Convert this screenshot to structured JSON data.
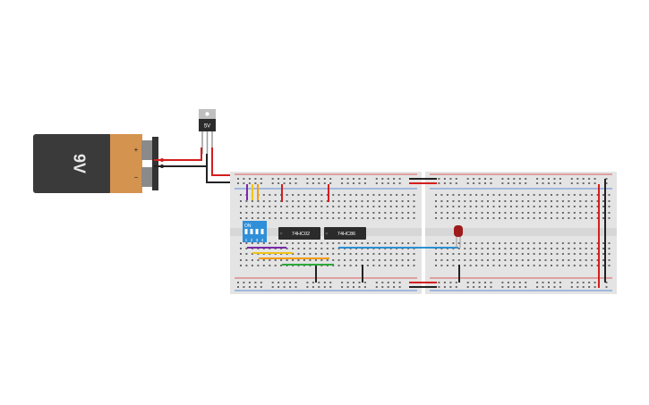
{
  "battery": {
    "label": "9V",
    "plus": "+",
    "minus": "−"
  },
  "regulator": {
    "label": "5V"
  },
  "dip_switch": {
    "header": "ON",
    "numbers": [
      "1",
      "2",
      "3",
      "4"
    ]
  },
  "chips": [
    {
      "label": "74HC02"
    },
    {
      "label": "74HC86"
    }
  ],
  "colors": {
    "battery_body": "#3a3a3a",
    "battery_cap": "#d4944f",
    "breadboard": "#e4e4e4",
    "rail_red": "#d62f2f",
    "rail_blue": "#2e6fd6",
    "wire_red": "#d41e1e",
    "wire_black": "#222222",
    "wire_purple": "#7a2aa8",
    "wire_yellow": "#f0c419",
    "wire_orange": "#f39c12",
    "wire_blue": "#2b8fd4",
    "wire_lightblue": "#3aaee0",
    "wire_green": "#2fa83b",
    "led": "#9e1b1b",
    "dip_switch": "#2f8fd8",
    "chip": "#2b2b2b"
  }
}
